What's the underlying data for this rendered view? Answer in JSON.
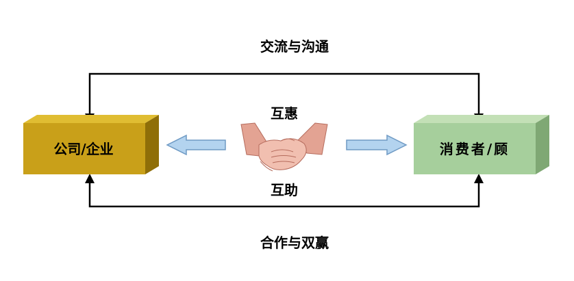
{
  "labels": {
    "top_flow": "交流与沟通",
    "bottom_flow": "合作与双赢",
    "mutual_benefit": "互惠",
    "mutual_help": "互助"
  },
  "nodes": {
    "left": {
      "label": "公司/企业"
    },
    "right": {
      "label": "消费者/顾"
    }
  },
  "colors": {
    "left_box_front": "#c9a019",
    "left_box_top": "#e0bd32",
    "left_box_side": "#8f6e08",
    "right_box_front": "#a6cf9c",
    "right_box_top": "#c3e0b6",
    "right_box_side": "#7fa874",
    "side_arrow_fill": "#b3d3ef",
    "side_arrow_stroke": "#6f9ac4",
    "connector": "#000000"
  },
  "icons": {
    "center": "handshake-icon"
  }
}
